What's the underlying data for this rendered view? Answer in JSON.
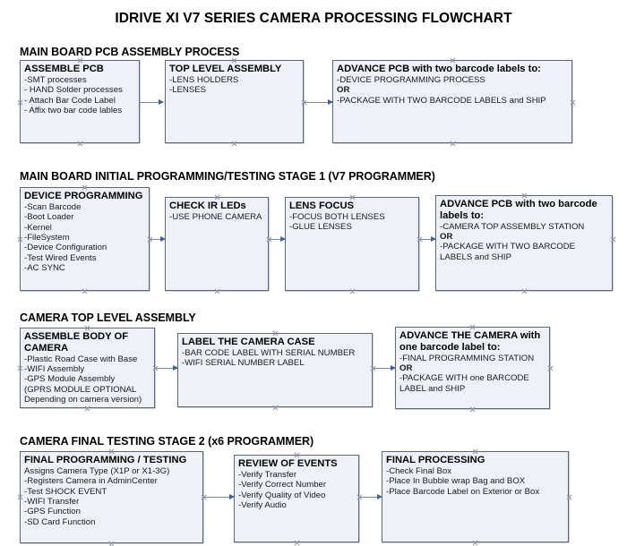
{
  "document": {
    "title": "IDRIVE XI V7 SERIES CAMERA PROCESSING FLOWCHART"
  },
  "colors": {
    "node_fill": "#eef1f8",
    "node_border": "#5f6676",
    "connector": "#7b88a8",
    "arrowhead": "#3f5fa0",
    "text": "#000000",
    "background": "#ffffff"
  },
  "sections": [
    {
      "id": "main-board-pcb-assembly-process",
      "heading": "MAIN BOARD PCB ASSEMBLY PROCESS",
      "nodes": [
        {
          "id": "assemble-pcb",
          "title": "ASSEMBLE PCB",
          "lines": [
            {
              "text": "-SMT processes",
              "bold": false
            },
            {
              "text": "- HAND Solder processes",
              "bold": false
            },
            {
              "text": "- Attach Bar Code Label",
              "bold": false
            },
            {
              "text": "- Affix two bar code lables",
              "bold": false
            }
          ]
        },
        {
          "id": "top-level-assembly",
          "title": "TOP LEVEL ASSEMBLY",
          "lines": [
            {
              "text": "-LENS HOLDERS",
              "bold": false
            },
            {
              "text": "-LENSES",
              "bold": false
            }
          ]
        },
        {
          "id": "advance-pcb-two-barcode-labels",
          "title": "ADVANCE PCB with two barcode labels to:",
          "lines": [
            {
              "text": "-DEVICE PROGRAMMING PROCESS",
              "bold": false
            },
            {
              "text": "OR",
              "bold": true
            },
            {
              "text": "-PACKAGE WITH TWO BARCODE LABELS and SHIP",
              "bold": false
            }
          ]
        }
      ]
    },
    {
      "id": "main-board-initial-programming-testing-stage-1",
      "heading": "MAIN BOARD INITIAL PROGRAMMING/TESTING STAGE 1 (V7 PROGRAMMER)",
      "nodes": [
        {
          "id": "device-programming",
          "title": "DEVICE PROGRAMMING",
          "lines": [
            {
              "text": "-Scan Barcode",
              "bold": false
            },
            {
              "text": "-Boot Loader",
              "bold": false
            },
            {
              "text": "-Kernel",
              "bold": false
            },
            {
              "text": "-FileSystem",
              "bold": false
            },
            {
              "text": "-Device Configuration",
              "bold": false
            },
            {
              "text": "-Test Wired Events",
              "bold": false
            },
            {
              "text": "-AC SYNC",
              "bold": false
            }
          ]
        },
        {
          "id": "check-ir-leds",
          "title": "CHECK IR LEDs",
          "lines": [
            {
              "text": "-USE PHONE CAMERA",
              "bold": false
            }
          ]
        },
        {
          "id": "lens-focus",
          "title": "LENS FOCUS",
          "lines": [
            {
              "text": "-FOCUS BOTH LENSES",
              "bold": false
            },
            {
              "text": "-GLUE LENSES",
              "bold": false
            }
          ]
        },
        {
          "id": "advance-pcb-camera-top-assembly",
          "title": "ADVANCE PCB with two barcode labels to:",
          "lines": [
            {
              "text": "-CAMERA TOP ASSEMBLY STATION",
              "bold": false
            },
            {
              "text": "OR",
              "bold": true
            },
            {
              "text": "-PACKAGE WITH TWO BARCODE LABELS and SHIP",
              "bold": false
            }
          ]
        }
      ]
    },
    {
      "id": "camera-top-level-assembly",
      "heading": "CAMERA TOP LEVEL ASSEMBLY",
      "nodes": [
        {
          "id": "assemble-body-of-camera",
          "title": "ASSEMBLE BODY OF CAMERA",
          "lines": [
            {
              "text": "-Plastic Road Case with Base",
              "bold": false
            },
            {
              "text": "-WIFI Assembly",
              "bold": false
            },
            {
              "text": "-GPS Module Assembly",
              "bold": false
            },
            {
              "text": "(GPRS MODULE OPTIONAL",
              "bold": false
            },
            {
              "text": "Depending on camera version)",
              "bold": false
            }
          ]
        },
        {
          "id": "label-the-camera-case",
          "title": "LABEL THE CAMERA CASE",
          "lines": [
            {
              "text": "-BAR CODE LABEL WITH SERIAL NUMBER",
              "bold": false
            },
            {
              "text": "-WIFI SERIAL NUMBER LABEL",
              "bold": false
            }
          ]
        },
        {
          "id": "advance-the-camera-one-barcode-label",
          "title": "ADVANCE THE CAMERA with one barcode label to:",
          "lines": [
            {
              "text": "-FINAL PROGRAMMING STATION",
              "bold": false
            },
            {
              "text": "OR",
              "bold": true
            },
            {
              "text": "-PACKAGE WITH one BARCODE LABEL and SHIP",
              "bold": false
            }
          ]
        }
      ]
    },
    {
      "id": "camera-final-testing-stage-2",
      "heading": "CAMERA FINAL TESTING STAGE 2 (x6 PROGRAMMER)",
      "nodes": [
        {
          "id": "final-programming-testing",
          "title": "FINAL PROGRAMMING / TESTING",
          "lines": [
            {
              "text": "Assigns Camera Type (X1P or X1-3G)",
              "bold": false
            },
            {
              "text": "-Registers Camera in AdminCenter",
              "bold": false
            },
            {
              "text": "-Test SHOCK EVENT",
              "bold": false
            },
            {
              "text": "-WIFI Transfer",
              "bold": false
            },
            {
              "text": "-GPS Function",
              "bold": false
            },
            {
              "text": "-SD Card Function",
              "bold": false
            }
          ]
        },
        {
          "id": "review-of-events",
          "title": "REVIEW OF EVENTS",
          "lines": [
            {
              "text": "-Verify Transfer",
              "bold": false
            },
            {
              "text": "-Verify Correct Number",
              "bold": false
            },
            {
              "text": "-Verify Quality of Video",
              "bold": false
            },
            {
              "text": "-Verify Audio",
              "bold": false
            }
          ]
        },
        {
          "id": "final-processing",
          "title": "FINAL PROCESSING",
          "lines": [
            {
              "text": "-Check Final Box",
              "bold": false
            },
            {
              "text": "-Place In Bubble wrap Bag and BOX",
              "bold": false
            },
            {
              "text": "-Place Barcode Label on Exterior or Box",
              "bold": false
            }
          ]
        }
      ]
    }
  ]
}
